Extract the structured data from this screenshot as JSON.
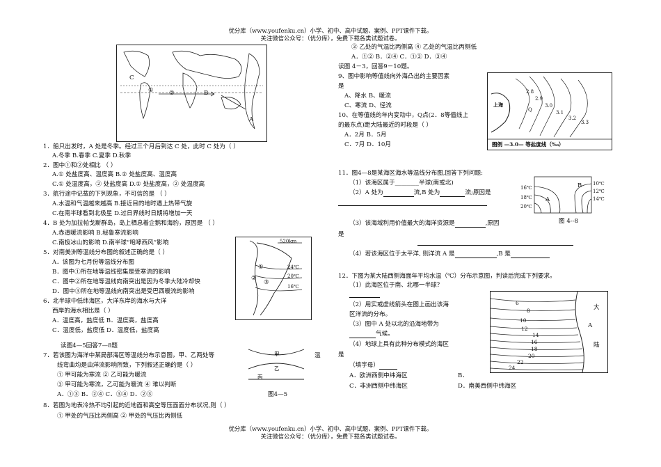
{
  "header": {
    "line1": "优分库（www.youfenku.cn）小学、初中、高中试题、案例、PPT课件下载。",
    "line2": "关注微信公众号：（优分库），免费下载各类试题试卷。"
  },
  "footer": {
    "line1": "优分库（www.youfenku.cn）小学、初中、高中试题、案例、PPT课件下载。",
    "line2": "关注微信公众号：（优分库），免费下载各类试题试卷。"
  },
  "left": {
    "q1": "1．船只出发时，A 处是冬季。经过三个月后到达 C 处，此时 C 处为（    ）",
    "q1_opts": "A.冬季         B.春季    C.夏季    D.秋季",
    "q2": "2．图中①和②处相比  （    ）",
    "q2_opts1": "A.① 处盐度高、温度高                  B.② 处盐度高、温度高",
    "q2_opts2": "C.① 处温度高，② 处盐度高              D.① 处盐度高，② 处温度高",
    "q3": "3．航行途中记载的下列现象，不可信的是                           （    ）",
    "q3_opts1": "A.水温和气温越来越高                   B.接近目的地时遇上热带气旋",
    "q3_opts2": "C.在南半球看到北极星                   D.过日界线时日期将增加一天",
    "q4": "4．B 处为加拉帕戈斯群岛，岛上栖息着企鹅和海豹，原因是        （    ）",
    "q4_opts1": "A.赤道暖流影响                        B.秘鲁寒流影响",
    "q4_opts2": "C.南极冰山的影响                      D.南半球“咆哮西风”影响",
    "q5": "5．对南美洲等温线分布图的叙述正确的是（      ）",
    "q5_a": "A．该图为七月份等温线分布图",
    "q5_b": "B．图中①所在地等温线密集是受寒流的影响",
    "q5_c": "C．图中②所在地等温线向南突出是因为冬季大陆冷却快",
    "q5_d": "D．图中③所在地等温线向南突出是受巴西暖流的影响",
    "q6": "6．北半球中低纬海区，大洋东岸的海水与大洋",
    "q6b": "西岸的海水相比是（    ）",
    "q6_opts1": "A．温度高，盐度低           B．温度高，盐度高",
    "q6_opts2": "C．温度低，盐度低           D．温度低，盐度高",
    "read2": "读图4—5回答7—8题",
    "q7": "7．若该图为海洋中某局部海区等温线分布示意图，甲、乙两处等",
    "q7b": "线弯曲均是由洋流影响所致，下列叙述正确的是（      ）",
    "q7_o1": "① 甲可能为寒流            ② 乙可能为暖流",
    "q7_o2": "③ 甲可能为寒流，乙可能为暖流    ④ 难以判断",
    "q7_opts": "A．①③    B．②④    C．③④    D．②③",
    "q8": "8．若图为地表冷热不均引起的近地面和高空等压面面分布状况,则（    ）",
    "q8_o1": "① 甲处的气压比丙侧高                  ② 甲处的气压比丙侧低",
    "side_text": "温"
  },
  "right": {
    "q8_o3": "③ 乙处的气温比丙侧高                  ④ 乙处的气温比丙侧低",
    "q8_opts": "A．①②             B．②④             C．①③             D．③④",
    "read3": "读图 4－3，回答9－10题。",
    "q9": "9、图中影响等值线向外海凸出的主要因素",
    "q9b": "是",
    "q9_opts1": "A、降水      B、暖流",
    "q9_opts2": "C、寒流      D、径流",
    "q10": "10、在等值线的年内变动中，Q点(2．8等值线上",
    "q10b": "的最东点)距大陆最近的时段是（    ）",
    "q10_opts1": "A．2月       B．5月",
    "q10_opts2": "C．7月       D．10月",
    "q11": "11．图4—8是某海区海水等温线分布图,回答下列问题:",
    "q11_1": "（1）该海区属于________半球(南或北)",
    "q11_2a": "（2）A 处为",
    "q11_2b": "流,B 处为",
    "q11_2c": "流;原因是",
    "q11_3a": "（3）该海域利用价值最大的海洋资源是",
    "q11_3b": ",原因",
    "q11_3c": "是",
    "q11_4a": "（4）若该海区位于太平洋, 则洋流 A 是",
    "q11_4b": ",B 是",
    "q12": "12．下图为某大陆西侧海面年平均水温（℃）分布示意图，判读后完成下列要求。",
    "q12_1": "（1）此海区位于南、北哪一半球？",
    "q12_2": "（2）用实或虚线箭头在图上画出该海",
    "q12_2b": "区洋流的分布。",
    "q12_3": "（3）图中 A 处以北的沿海地带为",
    "q12_3b": "气候。",
    "q12_4": "（4）地球上具有此种分布模式的海区",
    "q12_4b": "是",
    "q12_fill": "（填字母）",
    "q12_opts1": "A．欧洲西侧中纬海区",
    "q12_optB": "B．",
    "q12_opts2": "C．非洲西侧中纬海区",
    "q12_optD": "D．南美西侧中纬海区"
  },
  "figures": {
    "map_labels": [
      "C",
      "①",
      "②",
      "B",
      "A"
    ],
    "sa_scale": "520km",
    "sa_labels": [
      "①",
      "②",
      "③",
      "24℃",
      "20℃",
      "16℃"
    ],
    "fig45_labels": [
      "甲",
      "乙",
      "丙"
    ],
    "fig45_caption": "图4—5",
    "fig43_place": "上海",
    "fig43_labels": [
      "2.8",
      "2.9",
      "3.0",
      "3.1",
      "3.2",
      "3.3",
      "Q"
    ],
    "fig43_legend": "图例  —3.0— 等盐度线（‰）",
    "fig48_labels": [
      "16℃",
      "18℃",
      "20℃",
      "10℃",
      "12℃",
      "14℃",
      "A",
      "B"
    ],
    "fig48_caption": "图 4--8",
    "fig12_values": [
      "6",
      "8",
      "10",
      "12",
      "14",
      "16",
      "18",
      "20",
      "22",
      "24"
    ],
    "fig12_land": [
      "大",
      "A",
      "陆"
    ]
  }
}
